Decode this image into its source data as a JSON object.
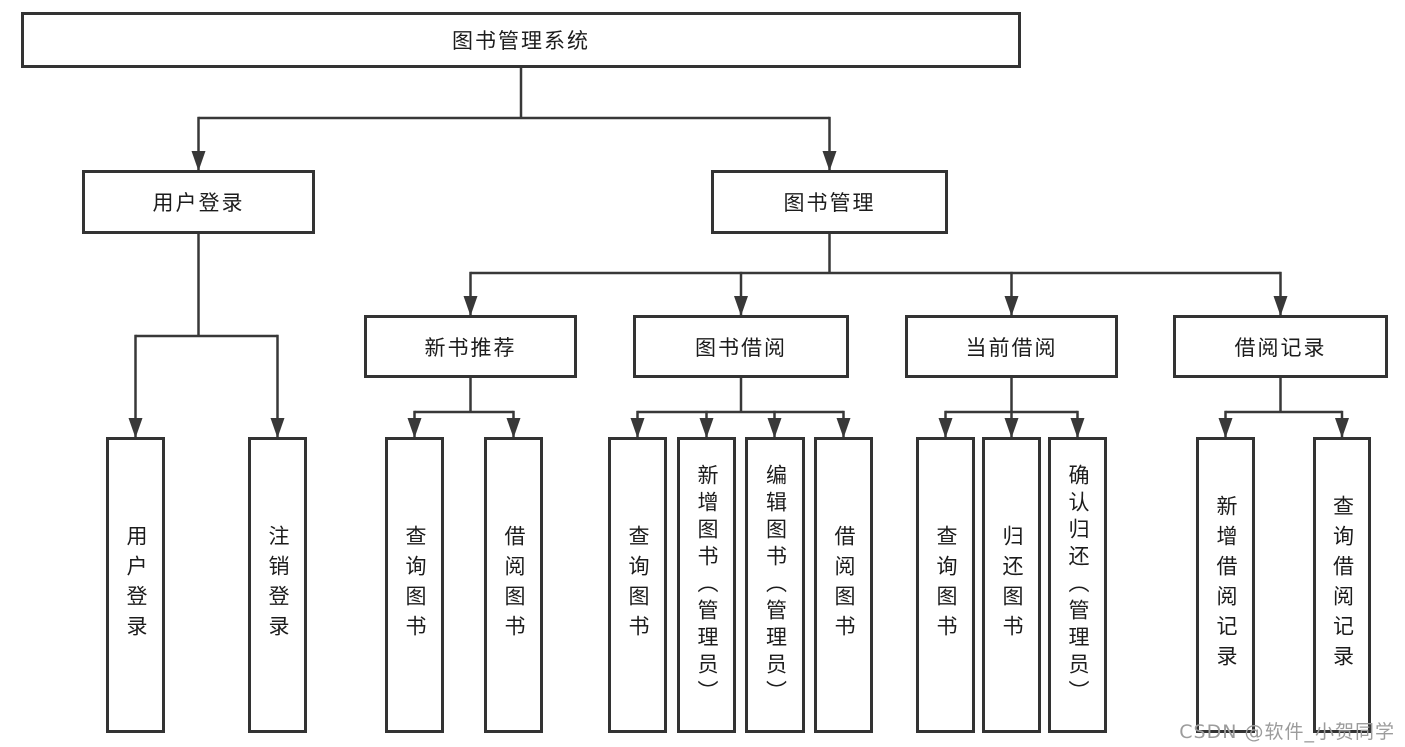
{
  "diagram_title": "图书管理系统",
  "colors": {
    "line": "#383838",
    "box_border": "#333333",
    "box_fill": "#ffffff",
    "text": "#1c1c1c",
    "watermark_text": "#9c9c9c"
  },
  "nodes": {
    "root": {
      "label": "图书管理系统"
    },
    "user_login": {
      "label": "用户登录"
    },
    "book_management": {
      "label": "图书管理"
    },
    "new_book_recommend": {
      "label": "新书推荐"
    },
    "book_borrowing": {
      "label": "图书借阅"
    },
    "current_borrowing": {
      "label": "当前借阅"
    },
    "borrowing_records": {
      "label": "借阅记录"
    },
    "leaf_user_login": {
      "label": "用户登录"
    },
    "leaf_logout_login": {
      "label": "注销登录"
    },
    "leaf_query_books_recommend": {
      "label": "查询图书"
    },
    "leaf_borrow_books_recommend": {
      "label": "借阅图书"
    },
    "leaf_query_books_borrowing": {
      "label": "查询图书"
    },
    "leaf_add_books_admin": {
      "label": "新增图书（管理员）"
    },
    "leaf_edit_books_admin": {
      "label": "编辑图书（管理员）"
    },
    "leaf_borrow_books_borrowing": {
      "label": "借阅图书"
    },
    "leaf_query_books_current": {
      "label": "查询图书"
    },
    "leaf_return_books": {
      "label": "归还图书"
    },
    "leaf_confirm_return_admin": {
      "label": "确认归还（管理员）"
    },
    "leaf_add_borrow_record": {
      "label": "新增借阅记录"
    },
    "leaf_query_borrow_record": {
      "label": "查询借阅记录"
    }
  },
  "watermark": {
    "text": "CSDN @软件_小贺同学"
  }
}
